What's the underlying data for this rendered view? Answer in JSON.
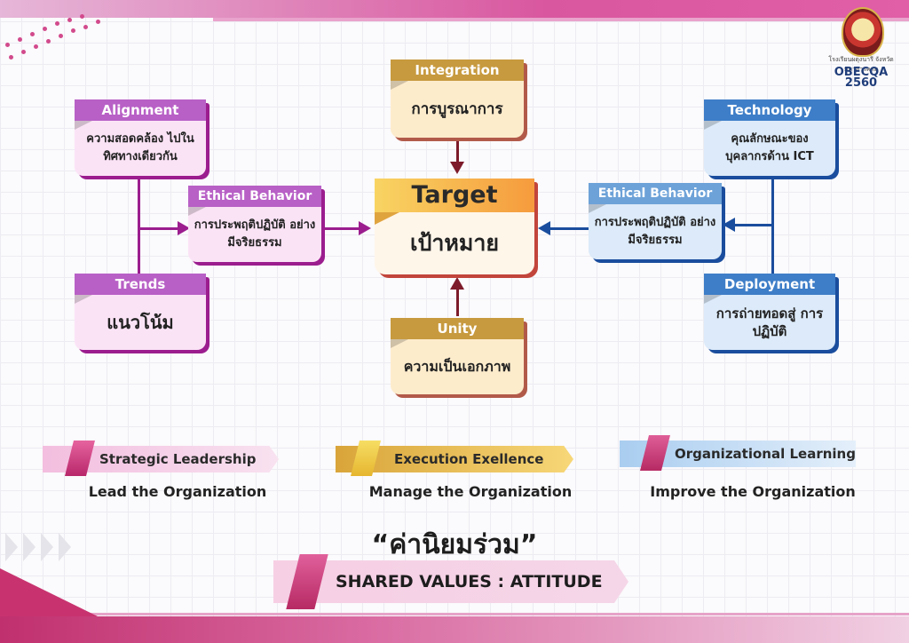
{
  "logo": {
    "caption": "โรงเรียนผดุงนารี จังหวัดมหาสารคาม",
    "name": "OBECQA",
    "year": "2560"
  },
  "center": {
    "title": "Target",
    "text": "เป้าหมาย"
  },
  "top_node": {
    "title": "Integration",
    "text": "การบูรณาการ"
  },
  "bottom_node": {
    "title": "Unity",
    "text": "ความเป็นเอกภาพ"
  },
  "left": {
    "alignment": {
      "title": "Alignment",
      "text": "ความสอดคล้อง ไปในทิศทางเดียวกัน"
    },
    "ethical": {
      "title": "Ethical Behavior",
      "text": "การประพฤติปฏิบัติ อย่างมีจริยธรรม"
    },
    "trends": {
      "title": "Trends",
      "text": "แนวโน้ม"
    }
  },
  "right": {
    "technology": {
      "title": "Technology",
      "text": "คุณลักษณะของ บุคลากรด้าน ICT"
    },
    "ethical": {
      "title": "Ethical Behavior",
      "text": "การประพฤติปฏิบัติ อย่างมีจริยธรรม"
    },
    "deployment": {
      "title": "Deployment",
      "text": "การถ่ายทอดสู่ การปฏิบัติ"
    }
  },
  "ribbons": [
    {
      "label": "Strategic Leadership",
      "sub": "Lead the Organization"
    },
    {
      "label": "Execution Exellence",
      "sub": "Manage the Organization"
    },
    {
      "label": "Organizational Learning",
      "sub": "Improve the Organization"
    }
  ],
  "shared": {
    "title": "“ค่านิยมร่วม”",
    "label": "SHARED VALUES : ATTITUDE"
  },
  "colors": {
    "purple": "#9b1d8e",
    "gold": "#c79a3f",
    "blue": "#1a4d9d",
    "maroon": "#7d1b2a",
    "pink": "#d9579f"
  }
}
